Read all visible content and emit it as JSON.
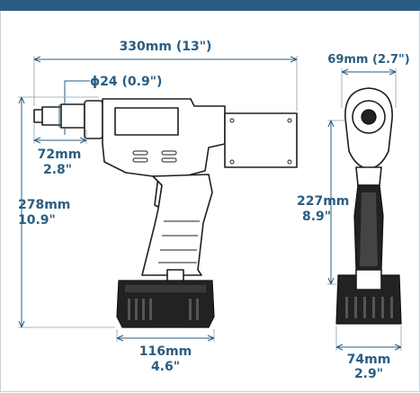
{
  "figure": {
    "dimensions": {
      "overall_length": "330mm (13\")",
      "side_width": "69mm (2.7\")",
      "nose_diameter": "ϕ24 (0.9\")",
      "nose_length_mm": "72mm",
      "nose_length_in": "2.8\"",
      "total_height_mm": "278mm",
      "total_height_in": "10.9\"",
      "handle_height_mm": "227mm",
      "handle_height_in": "8.9\"",
      "battery_width_mm": "116mm",
      "battery_width_in": "4.6\"",
      "battery_depth_mm": "74mm",
      "battery_depth_in": "2.9\""
    },
    "colors": {
      "accent": "#2a5d83",
      "tool_outline": "#1e1e1e",
      "battery": "#222222"
    }
  }
}
